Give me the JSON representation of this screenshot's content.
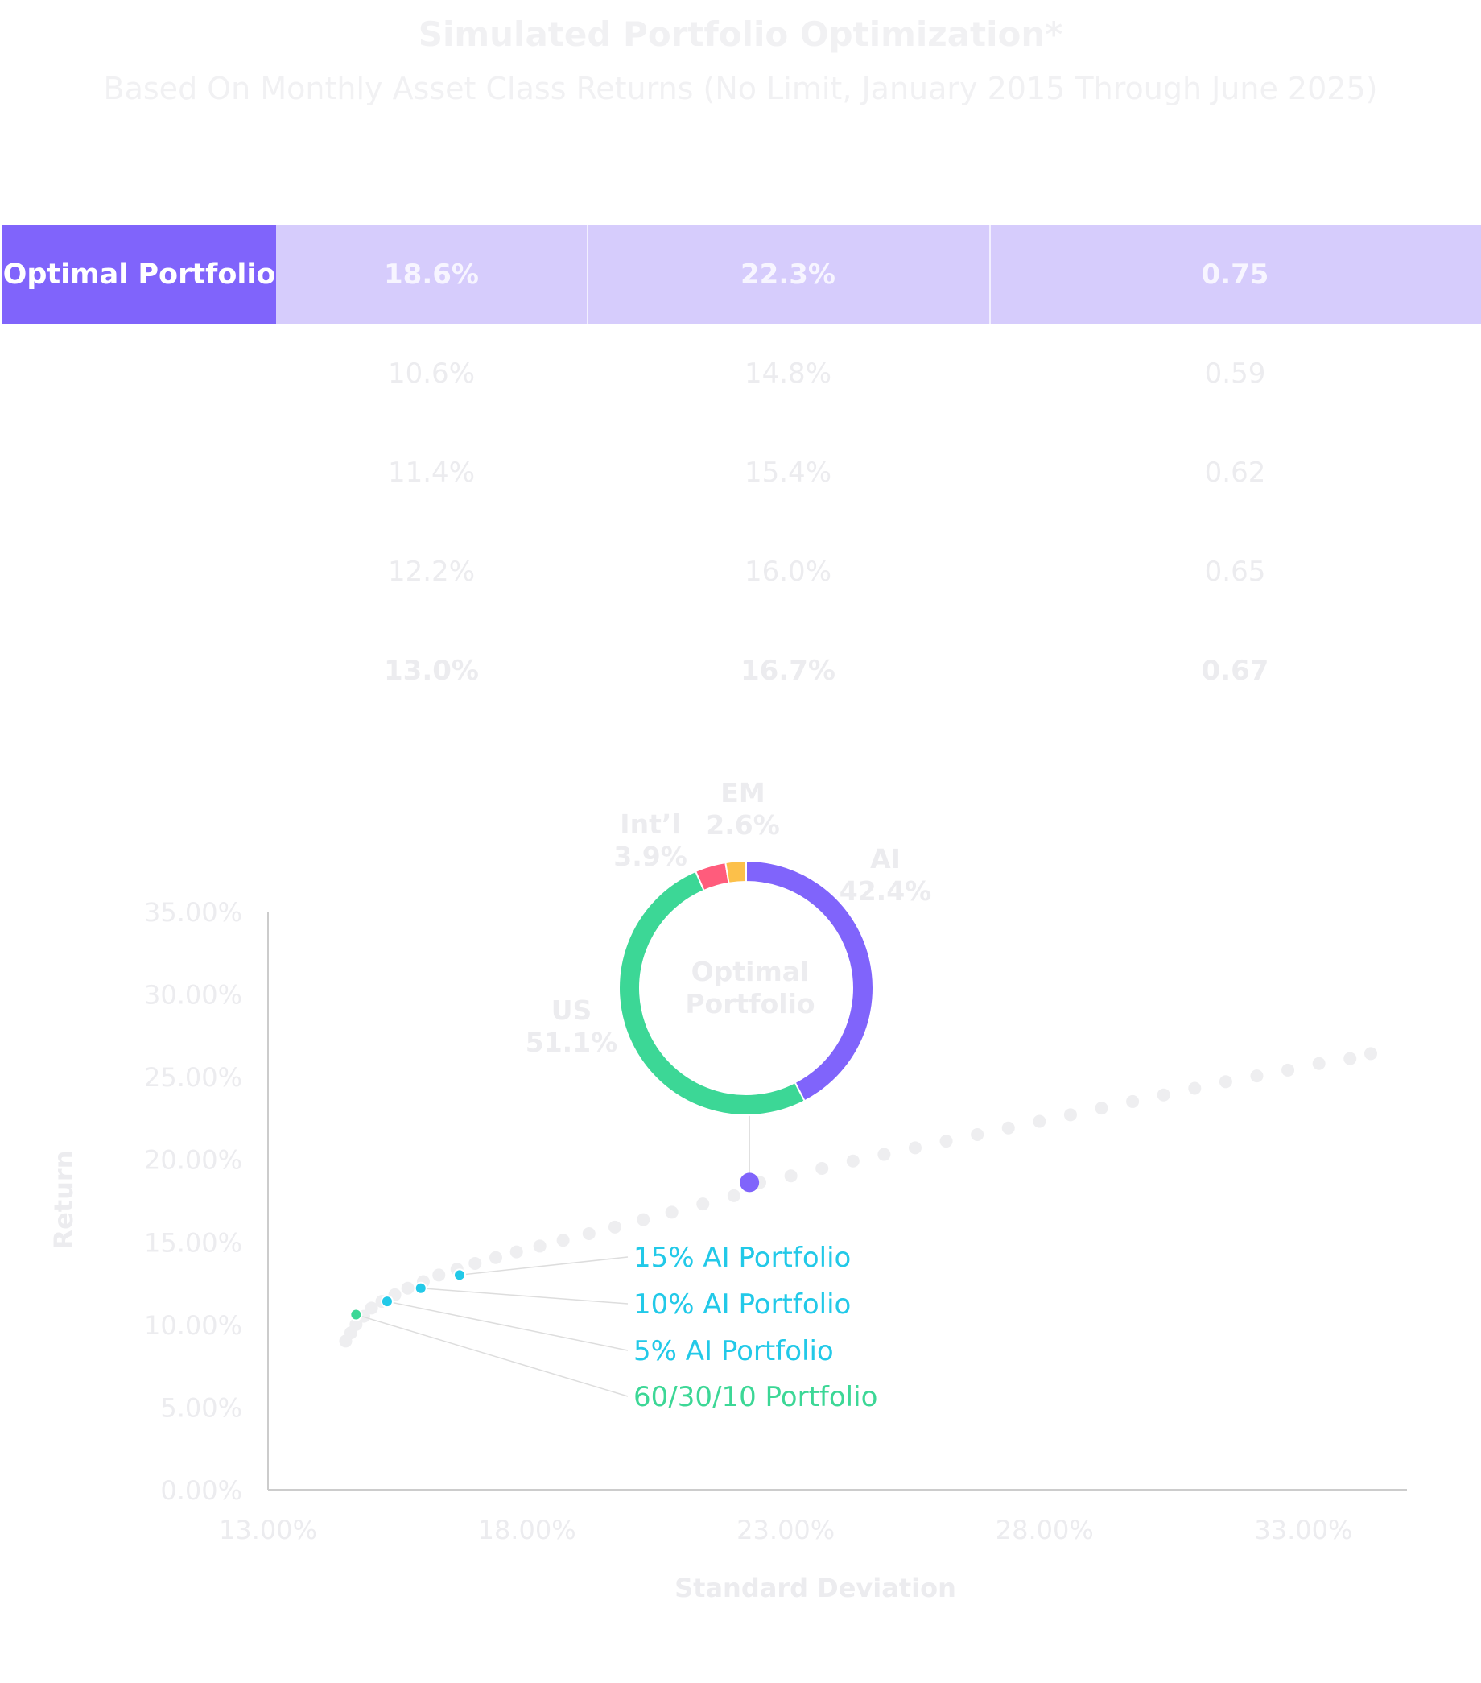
{
  "header": {
    "title": "Simulated Portfolio Optimization*",
    "subtitle": "Based On Monthly Asset Class Returns (No Limit, January 2015 Through June 2025)"
  },
  "table": {
    "rows": [
      {
        "label": "Optimal Portfolio",
        "values": [
          "18.6%",
          "22.3%",
          "0.75"
        ]
      },
      {
        "label": "",
        "values": [
          "10.6%",
          "14.8%",
          "0.59"
        ]
      },
      {
        "label": "",
        "values": [
          "11.4%",
          "15.4%",
          "0.62"
        ]
      },
      {
        "label": "",
        "values": [
          "12.2%",
          "16.0%",
          "0.65"
        ]
      },
      {
        "label": "",
        "values": [
          "13.0%",
          "16.7%",
          "0.67"
        ]
      }
    ]
  },
  "colors": {
    "optimal": "#8064fb",
    "optimal_light": "#d6ccfc",
    "ai_portfolio": "#22c9e8",
    "baseline": "#3cd796",
    "frontier": "#eeeef0",
    "axis": "#cccccc",
    "faint_text": "#ececef",
    "us": "#3cd796",
    "intl": "#ff5c7c",
    "em": "#fcc04a"
  },
  "chart_data": [
    {
      "type": "scatter",
      "xlabel": "Standard Deviation",
      "ylabel": "Return",
      "xlim": [
        13,
        35
      ],
      "ylim": [
        0,
        35
      ],
      "x_ticks": [
        "13.00%",
        "18.00%",
        "23.00%",
        "28.00%",
        "33.00%"
      ],
      "y_ticks": [
        "0.00%",
        "5.00%",
        "10.00%",
        "15.00%",
        "20.00%",
        "25.00%",
        "30.00%",
        "35.00%"
      ],
      "frontier": {
        "x": [
          14.5,
          14.6,
          14.7,
          14.85,
          15.0,
          15.2,
          15.45,
          15.7,
          16.0,
          16.3,
          16.65,
          17.0,
          17.4,
          17.8,
          18.25,
          18.7,
          19.2,
          19.7,
          20.25,
          20.8,
          21.4,
          22.0,
          22.5,
          23.1,
          23.7,
          24.3,
          24.9,
          25.5,
          26.1,
          26.7,
          27.3,
          27.9,
          28.5,
          29.1,
          29.7,
          30.3,
          30.9,
          31.5,
          32.1,
          32.7,
          33.3,
          33.9,
          34.3
        ],
        "y": [
          9.0,
          9.5,
          10.0,
          10.5,
          11.0,
          11.4,
          11.8,
          12.2,
          12.6,
          13.0,
          13.35,
          13.7,
          14.05,
          14.4,
          14.75,
          15.1,
          15.5,
          15.9,
          16.35,
          16.8,
          17.3,
          17.8,
          18.6,
          19.0,
          19.45,
          19.9,
          20.3,
          20.7,
          21.1,
          21.5,
          21.9,
          22.3,
          22.7,
          23.1,
          23.5,
          23.9,
          24.3,
          24.7,
          25.05,
          25.4,
          25.8,
          26.1,
          26.4
        ]
      },
      "highlighted_points": [
        {
          "name": "60/30/10 Portfolio",
          "x": 14.7,
          "y": 10.6
        },
        {
          "name": "5% AI Portfolio",
          "x": 15.3,
          "y": 11.4
        },
        {
          "name": "10% AI Portfolio",
          "x": 15.95,
          "y": 12.2
        },
        {
          "name": "15% AI Portfolio",
          "x": 16.7,
          "y": 13.0
        },
        {
          "name": "",
          "x": 22.3,
          "y": 18.6
        }
      ]
    },
    {
      "type": "pie",
      "center_label": "Optimal Portfolio",
      "slices": [
        {
          "name": "AI",
          "value": 42.4,
          "label": "42.4%"
        },
        {
          "name": "US",
          "value": 51.1,
          "label": "51.1%"
        },
        {
          "name": "Int’l",
          "value": 3.9,
          "label": "3.9%"
        },
        {
          "name": "EM",
          "value": 2.6,
          "label": "2.6%"
        }
      ]
    }
  ]
}
